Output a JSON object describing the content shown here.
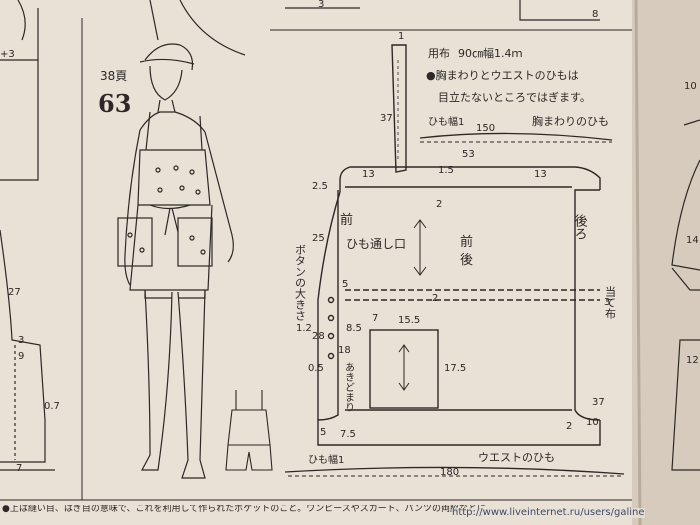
{
  "figure": {
    "page_ref": "38頁",
    "number": "63"
  },
  "materials": {
    "label": "用布",
    "fabric": "90㎝幅1.4ｍ",
    "note_line1": "●胸まわりとウエストのひもは",
    "note_line2": "目立たないところではぎます。"
  },
  "labels": {
    "chest_tie": "胸まわりのひも",
    "chest_tie_width": "ひも幅1",
    "waist_tie": "ウエストのひも",
    "waist_tie_width": "ひも幅1",
    "front": "前",
    "back": "後ろ",
    "front_back": "前\n後",
    "cord_opening": "ひも通し口",
    "button_size": "ボタンの大きさ",
    "facing": "当て布",
    "edge_note": "あきどまり"
  },
  "dimensions": {
    "strap_top": "1",
    "strap_len": "37",
    "chest_tie_len": "150",
    "top_width": "53",
    "top_left": "13",
    "top_mid": "1.5",
    "top_right": "13",
    "top_two": "2",
    "left_edge": "2.5",
    "left_25": "25",
    "left_five": "5",
    "button_12": "1.2",
    "left_28": "28",
    "left_85": "8.5",
    "left_18": "18",
    "left_05": "0.5",
    "hem_5": "5",
    "hem_75": "7.5",
    "pocket_top": "7",
    "pocket_w": "15.5",
    "pocket_h": "17.5",
    "right_37": "37",
    "right_2": "2",
    "right_10": "10",
    "mid_2": "2",
    "facing_3": "3",
    "waist_tie_len": "180",
    "left_page_27": "27",
    "left_page_3": "3",
    "left_page_9": "9",
    "left_page_07": "0.7",
    "left_page_7": "7",
    "left_page_plus3": "+3",
    "top_page_3": "3",
    "top_page_8": "8",
    "right_page_10": "10",
    "right_page_14": "14",
    "right_page_12": "12"
  },
  "footer": {
    "text": "●上は縫い目、はぎ目の意味で、これを利用して作られたポケットのこと。ワンピースやスカート、パンツの両脇などに",
    "watermark": "http://www.liveinternet.ru/users/galine"
  }
}
